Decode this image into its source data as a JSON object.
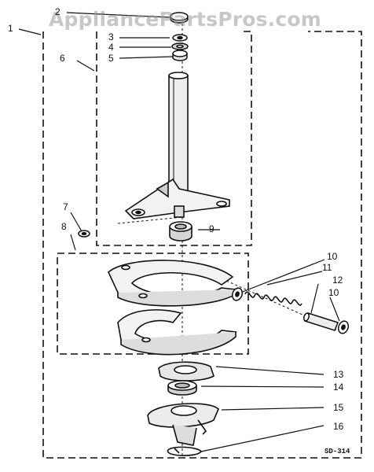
{
  "watermark": "AppliancePartsPros.com",
  "callouts": {
    "c1": "1",
    "c2": "2",
    "c3": "3",
    "c4": "4",
    "c5": "5",
    "c6": "6",
    "c7": "7",
    "c8": "8",
    "c9": "9",
    "c10a": "10",
    "c11": "11",
    "c12": "12",
    "c10b": "10",
    "c13": "13",
    "c14": "14",
    "c15": "15",
    "c16": "16"
  },
  "drawing_ref": "SD-314"
}
